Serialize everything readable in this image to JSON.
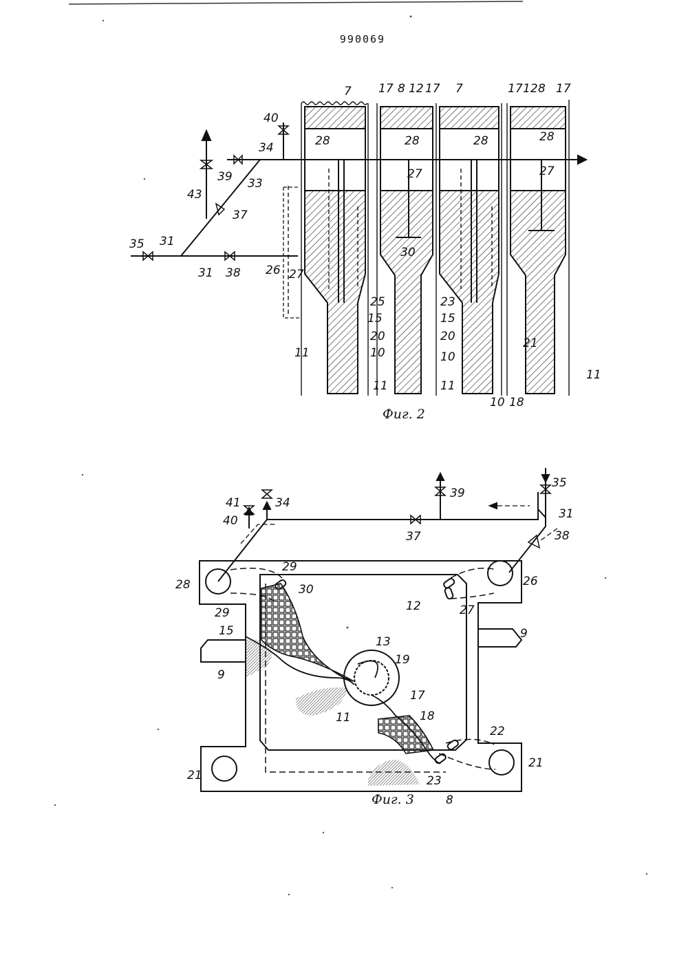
{
  "patent_number": "990069",
  "figures": [
    {
      "caption": "Фиг. 2",
      "labels": [
        "7",
        "17",
        "8",
        "12",
        "17",
        "7",
        "17",
        "12",
        "8",
        "17",
        "40",
        "28",
        "28",
        "28",
        "28",
        "34",
        "39",
        "43",
        "33",
        "37",
        "27",
        "27",
        "30",
        "35",
        "31",
        "31",
        "38",
        "26",
        "27",
        "25",
        "23",
        "15",
        "15",
        "20",
        "20",
        "11",
        "10",
        "10",
        "11",
        "11",
        "10",
        "18",
        "11",
        "21"
      ]
    },
    {
      "caption": "Фиг. 3",
      "labels": [
        "41",
        "34",
        "40",
        "39",
        "37",
        "35",
        "31",
        "38",
        "28",
        "29",
        "30",
        "29",
        "12",
        "26",
        "27",
        "15",
        "9",
        "9",
        "13",
        "19",
        "11",
        "17",
        "18",
        "22",
        "21",
        "21",
        "23",
        "8"
      ]
    }
  ]
}
